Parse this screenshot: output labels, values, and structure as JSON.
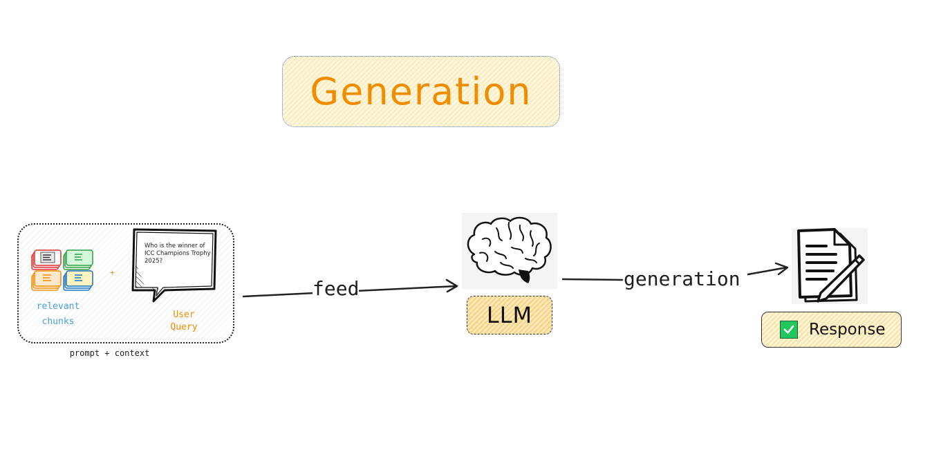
{
  "title": "Generation",
  "context_box": {
    "label": "prompt + context",
    "chunks_label": "relevant chunks",
    "plus": "+",
    "query_text": "Who is the winner of ICC Champions Trophy 2025?",
    "user_label": "User Query"
  },
  "edges": {
    "feed": "feed",
    "generation": "generation"
  },
  "llm_label": "LLM",
  "response_label": "Response",
  "icons": [
    "document-stack-icon",
    "speech-bubble-icon",
    "brain-icon",
    "document-pen-icon",
    "check-icon"
  ],
  "colors": {
    "title": "#f08c00",
    "accent_blue": "#4a9fe0",
    "accent_orange": "#f08c00",
    "check_green": "#22c55e"
  }
}
